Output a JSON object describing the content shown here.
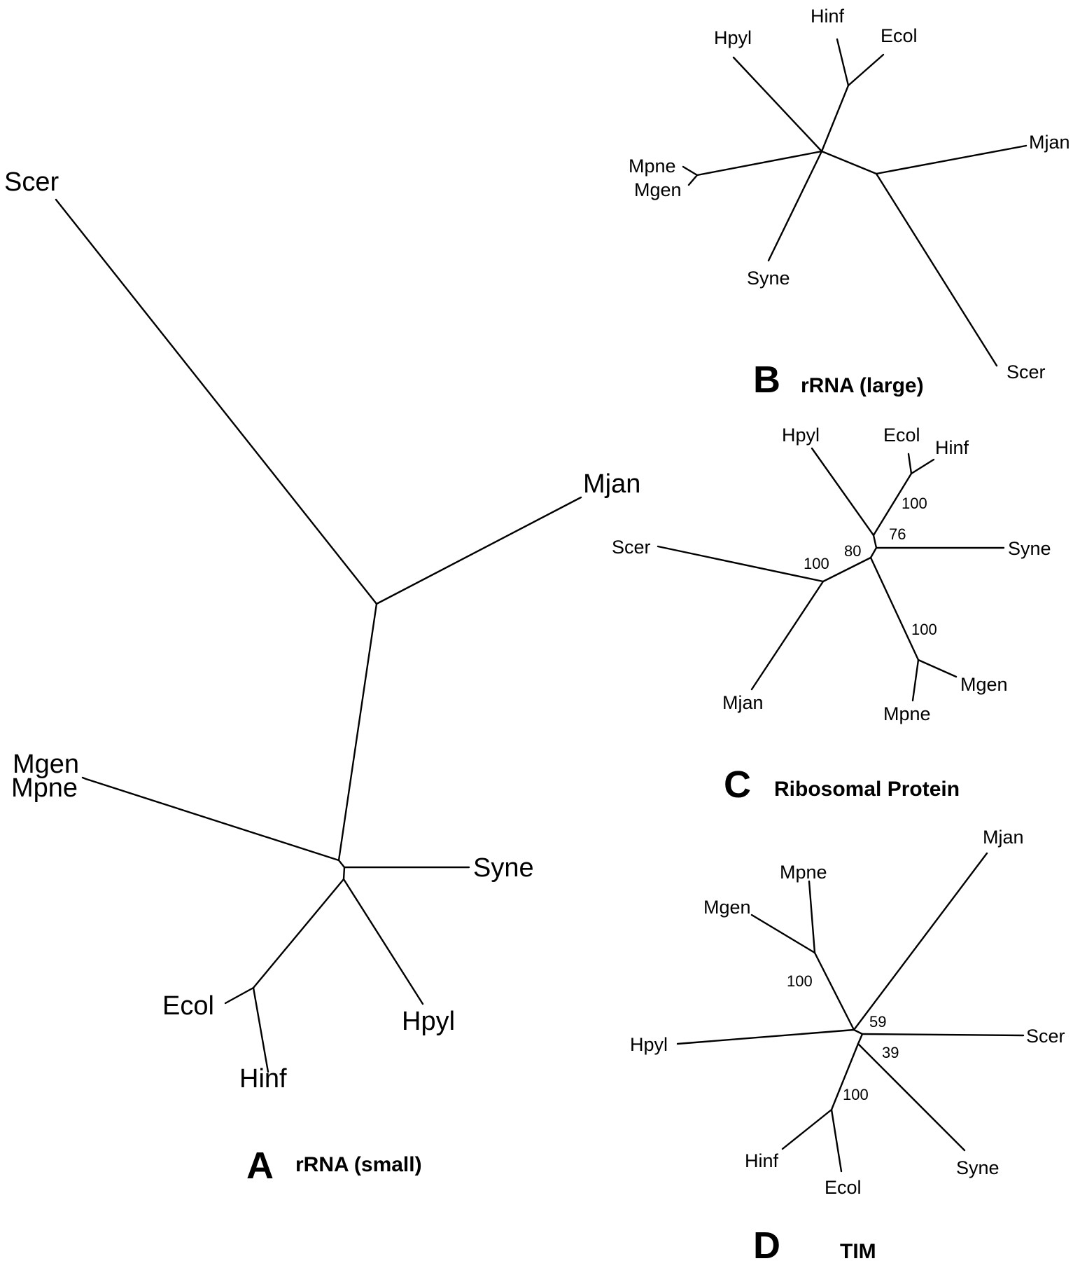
{
  "panels": [
    {
      "id": "A",
      "letter": "A",
      "caption": "rRNA (small)",
      "leaves": {
        "scer": "Scer",
        "mjan": "Mjan",
        "mgen": "Mgen",
        "mpne": "Mpne",
        "syne": "Syne",
        "ecol": "Ecol",
        "hinf": "Hinf",
        "hpyl": "Hpyl"
      },
      "bootstrap": {}
    },
    {
      "id": "B",
      "letter": "B",
      "caption": "rRNA (large)",
      "leaves": {
        "hpyl": "Hpyl",
        "hinf": "Hinf",
        "ecol": "Ecol",
        "mjan": "Mjan",
        "mpne": "Mpne",
        "mgen": "Mgen",
        "syne": "Syne",
        "scer": "Scer"
      },
      "bootstrap": {}
    },
    {
      "id": "C",
      "letter": "C",
      "caption": "Ribosomal Protein",
      "leaves": {
        "hpyl": "Hpyl",
        "ecol": "Ecol",
        "hinf": "Hinf",
        "scer": "Scer",
        "syne": "Syne",
        "mjan": "Mjan",
        "mgen": "Mgen",
        "mpne": "Mpne"
      },
      "bootstrap": {
        "ecol_hinf": "100",
        "core": "76",
        "hpyl": "80",
        "scer_mjan": "100",
        "mgen_mpne": "100"
      }
    },
    {
      "id": "D",
      "letter": "D",
      "caption": "TIM",
      "leaves": {
        "mjan": "Mjan",
        "mpne": "Mpne",
        "mgen": "Mgen",
        "hpyl": "Hpyl",
        "scer": "Scer",
        "hinf": "Hinf",
        "ecol": "Ecol",
        "syne": "Syne"
      },
      "bootstrap": {
        "mgen_mpne": "100",
        "upper": "59",
        "lower": "39",
        "hinf_ecol": "100"
      }
    }
  ]
}
